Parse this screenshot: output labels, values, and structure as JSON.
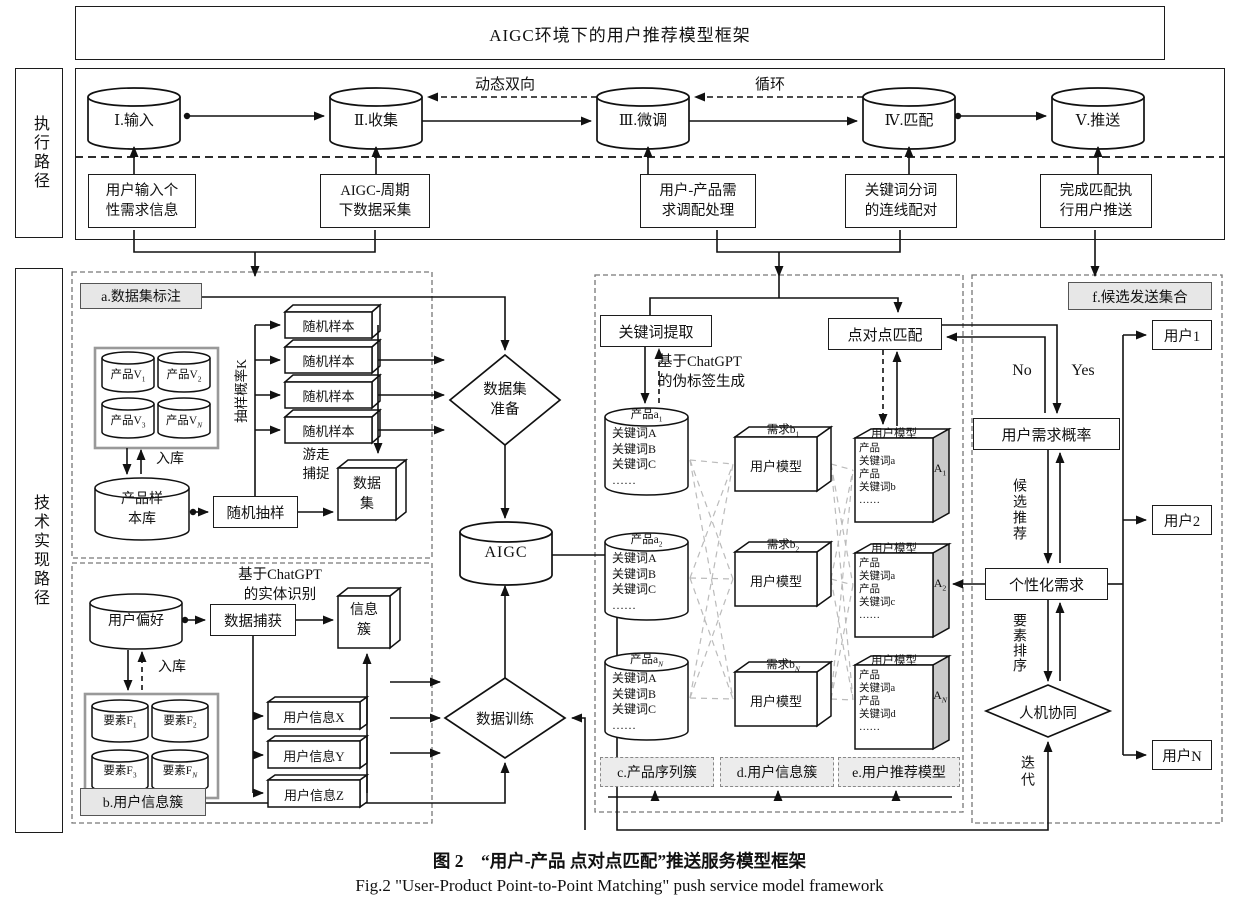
{
  "title": "AIGC环境下的用户推荐模型框架",
  "side_labels": {
    "top": "执行路径",
    "bottom": "技术实现路径"
  },
  "pipeline": {
    "stages": [
      "Ⅰ.输入",
      "Ⅱ.收集",
      "Ⅲ.微调",
      "Ⅳ.匹配",
      "Ⅴ.推送"
    ],
    "edge_labels": {
      "dynamic": "动态双向",
      "loop": "循环"
    },
    "notes": [
      {
        "l1": "用户输入个",
        "l2": "性需求信息"
      },
      {
        "l1": "AIGC-周期",
        "l2": "下数据采集"
      },
      {
        "l1": "用户-产品需",
        "l2": "求调配处理"
      },
      {
        "l1": "关键词分词",
        "l2": "的连线配对"
      },
      {
        "l1": "完成匹配执",
        "l2": "行用户推送"
      }
    ]
  },
  "section_a": {
    "label": "a.数据集标注",
    "product_cylinders": [
      {
        "base": "产品V",
        "sub": "1"
      },
      {
        "base": "产品V",
        "sub": "2"
      },
      {
        "base": "产品V",
        "sub": "3"
      },
      {
        "base": "产品V",
        "sub": "N"
      }
    ],
    "in_store": "入库",
    "sample_store": {
      "l1": "产品样",
      "l2": "本库"
    },
    "random_sampling": "随机抽样",
    "sampling_prob": "抽样概率K",
    "random_sample": "随机样本",
    "walk_capture": {
      "l1": "游走",
      "l2": "捕捉"
    },
    "dataset": {
      "l1": "数据",
      "l2": "集"
    }
  },
  "section_b": {
    "label": "b.用户信息簇",
    "chatgpt_note": {
      "l1": "基于ChatGPT",
      "l2": "的实体识别"
    },
    "user_pref": "用户偏好",
    "data_capture": "数据捕获",
    "info_cluster": {
      "l1": "信息",
      "l2": "簇"
    },
    "in_store": "入库",
    "factor_cylinders": [
      {
        "base": "要素F",
        "sub": "1"
      },
      {
        "base": "要素F",
        "sub": "2"
      },
      {
        "base": "要素F",
        "sub": "3"
      },
      {
        "base": "要素F",
        "sub": "N"
      }
    ],
    "user_infos": [
      "用户信息X",
      "用户信息Y",
      "用户信息Z"
    ]
  },
  "flow": {
    "dataset_prep": {
      "l1": "数据集",
      "l2": "准备"
    },
    "aigc": "AIGC",
    "data_training": "数据训练"
  },
  "section_cde": {
    "labels": [
      "c.产品序列簇",
      "d.用户信息簇",
      "e.用户推荐模型"
    ],
    "keyword_extract": "关键词提取",
    "p2p_match": "点对点匹配",
    "pseudo_label": {
      "l1": "基于ChatGPT",
      "l2": "的伪标签生成"
    },
    "products": [
      {
        "base": "产品a",
        "sub": "1",
        "lines": [
          "关键词A",
          "关键词B",
          "关键词C",
          "……"
        ]
      },
      {
        "base": "产品a",
        "sub": "2",
        "lines": [
          "关键词A",
          "关键词B",
          "关键词C",
          "……"
        ]
      },
      {
        "base": "产品a",
        "sub": "N",
        "lines": [
          "关键词A",
          "关键词B",
          "关键词C",
          "……"
        ]
      }
    ],
    "demands": [
      {
        "base": "需求b",
        "sub": "1",
        "front": "用户模型"
      },
      {
        "base": "需求b",
        "sub": "2",
        "front": "用户模型"
      },
      {
        "base": "需求b",
        "sub": "N",
        "front": "用户模型"
      }
    ],
    "user_models": [
      {
        "top": "用户模型",
        "lines": [
          "产品",
          "关键词a",
          "产品",
          "关键词b",
          "……"
        ],
        "tag_base": "A",
        "tag_sub": "1"
      },
      {
        "top": "用户模型",
        "lines": [
          "产品",
          "关键词a",
          "产品",
          "关键词c",
          "……"
        ],
        "tag_base": "A",
        "tag_sub": "2"
      },
      {
        "top": "用户模型",
        "lines": [
          "产品",
          "关键词a",
          "产品",
          "关键词d",
          "……"
        ],
        "tag_base": "A",
        "tag_sub": "N"
      }
    ]
  },
  "section_f": {
    "label": "f.候选发送集合",
    "no": "No",
    "yes": "Yes",
    "demand_prob": "用户需求概率",
    "candidate_rec": "候选推荐",
    "personalized": "个性化需求",
    "factor_sort": "要素排序",
    "human_machine": "人机协同",
    "iterate": "迭代",
    "users": [
      "用户1",
      "用户2",
      "用户N"
    ]
  },
  "caption": {
    "zh": "图 2　“用户-产品 点对点匹配”推送服务模型框架",
    "en": "Fig.2 \"User-Product Point-to-Point Matching\" push service model framework"
  },
  "colors": {
    "line": "#111111",
    "gray_face": "#cacaca",
    "label_bg": "#e7e7e7",
    "cross_line": "#bbbbbb"
  }
}
